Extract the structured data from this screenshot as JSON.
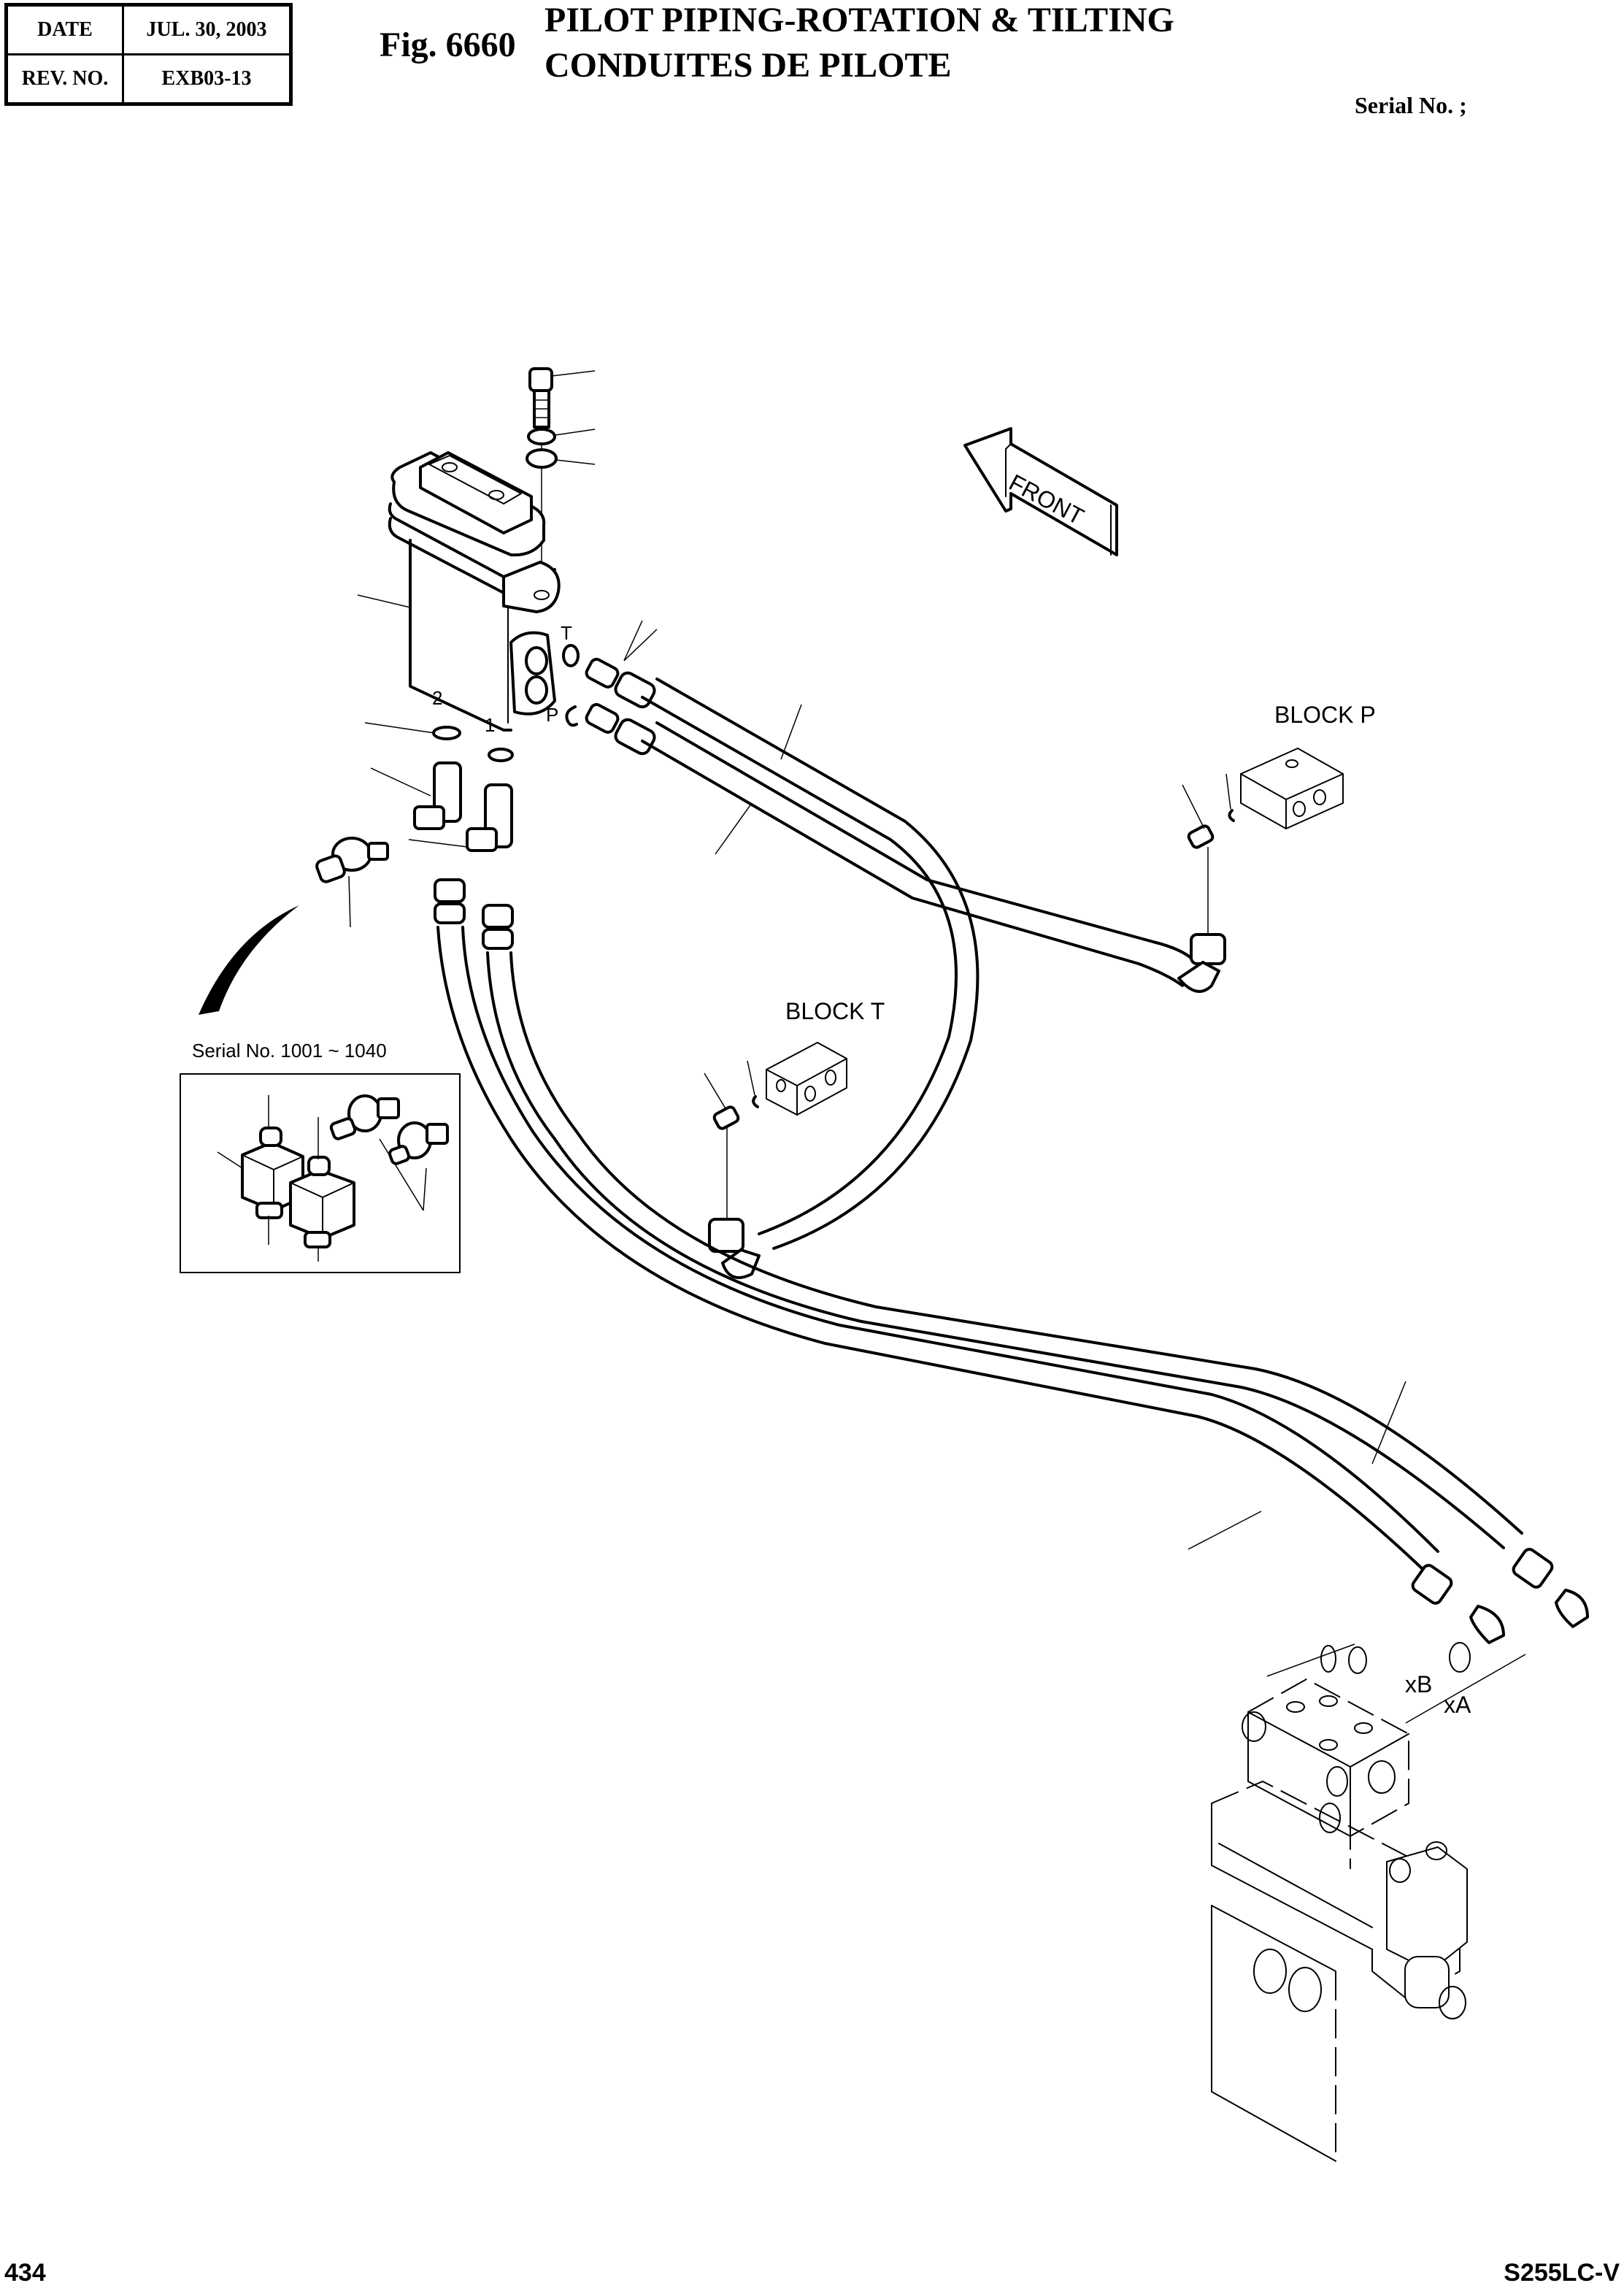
{
  "header": {
    "date_label": "DATE",
    "date_value": "JUL.  30, 2003",
    "rev_label": "REV. NO.",
    "rev_value": "EXB03-13",
    "figure_number": "Fig. 6660",
    "title_en": "PILOT PIPING-ROTATION & TILTING",
    "title_fr": "CONDUITES DE PILOTE",
    "serial_label": "Serial No. ;"
  },
  "diagram": {
    "direction_arrow": "FRONT",
    "port_labels": {
      "t": "T",
      "p": "P",
      "one": "1",
      "two": "2",
      "xb": "xB",
      "xa": "xA"
    },
    "block_p_label": "BLOCK P",
    "block_t_label": "BLOCK T",
    "inset_label": "Serial No. 1001 ~ 1040",
    "icons": [
      "front-arrow-icon",
      "callout-arrow-icon"
    ]
  },
  "footer": {
    "page_number": "434",
    "model": "S255LC-V"
  }
}
